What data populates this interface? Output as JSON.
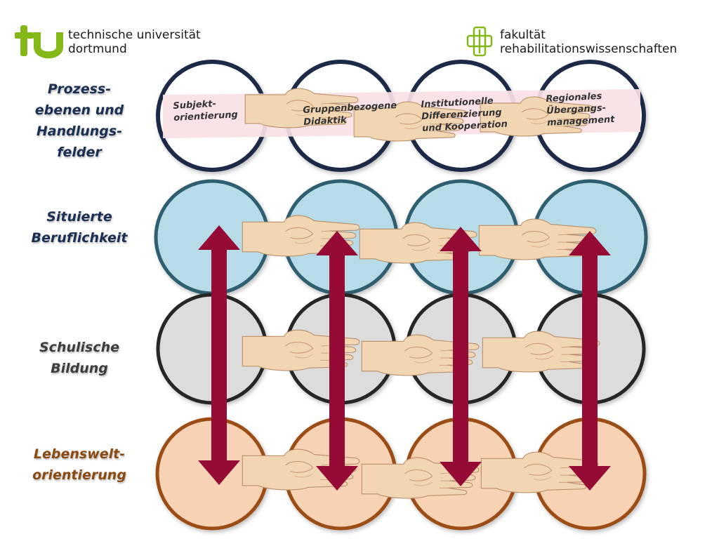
{
  "header": {
    "university_logo_text": "tu",
    "university_line1": "technische universität",
    "university_line2": "dortmund",
    "faculty_line1": "fakultät",
    "faculty_line2": "rehabilitationswissenschaften"
  },
  "row_labels": {
    "prozess": [
      "Prozess-",
      "ebenen und",
      "Handlungs-",
      "felder"
    ],
    "situierte": [
      "Situierte",
      "Beruflichkeit"
    ],
    "schulische": [
      "Schulische",
      "Bildung"
    ],
    "lebenswelt": [
      "Lebenswelt-",
      "orientierung"
    ]
  },
  "process_levels": [
    [
      "Subjekt-",
      "orientierung"
    ],
    [
      "Gruppenbezogene",
      "Didaktik"
    ],
    [
      "Institutionelle",
      "Differenzierung",
      "und Kooperation"
    ],
    [
      "Regionales",
      "Übergangs-",
      "management"
    ]
  ],
  "colors": {
    "tu_green": "#84b819",
    "row1_fill": "#ffffff",
    "row1_stroke": "#1b2b46",
    "row2_fill": "#b7dce8",
    "row2_stroke": "#2e5f6f",
    "row3_fill": "#dcdcdc",
    "row3_stroke": "#262626",
    "row4_fill": "#f8d2b4",
    "row4_stroke": "#9c4e16",
    "arrow": "#960a36",
    "band": "#f9e1e4",
    "hand": "#f2d5b2"
  },
  "icons": [
    "tu-logo-icon",
    "faculty-cross-icon",
    "hand-icon",
    "double-arrow-icon"
  ]
}
